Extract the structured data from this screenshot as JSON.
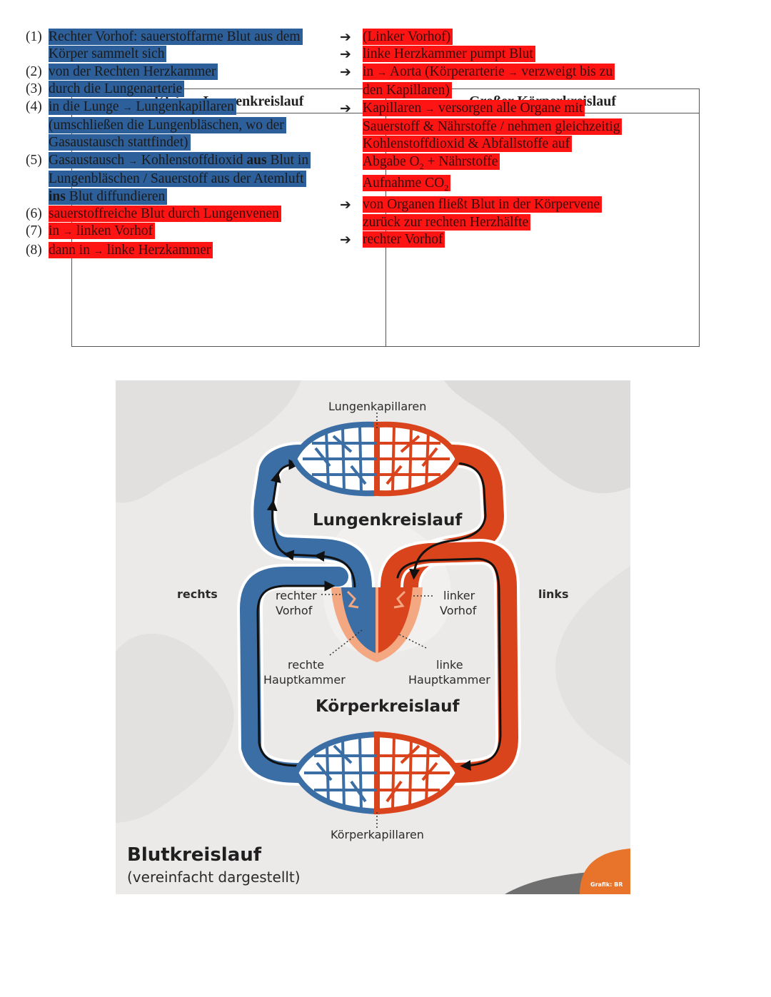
{
  "table": {
    "left_header": "Kleiner Lungenkreislauf",
    "right_header": "Großer Körperkreislauf",
    "left": {
      "n1": "(1)",
      "t1": "Rechter Vorhof: sauerstoffarme Blut aus dem Körper sammelt sich",
      "n2": "(2)",
      "t2": "von der Rechten Herzkammer",
      "n3": "(3)",
      "t3": "durch die Lungenarterie",
      "n4": "(4)",
      "t4a": "in die Lunge",
      "t4arrow": "→",
      "t4b": "Lungenkapillaren (umschließen die Lungenbläschen, wo der Gasaustausch stattfindet)",
      "n5": "(5)",
      "t5a": "Gasaustausch",
      "t5arrow": "→",
      "t5b": "Kohlenstoffdioxid",
      "t5c": "aus",
      "t5d": "Blut in Lungenbläschen / Sauerstoff aus der Atemluft",
      "t5e": "ins",
      "t5f": "Blut diffundieren",
      "n6": "(6)",
      "t6": "sauerstoffreiche Blut durch Lungenvenen",
      "n7": "(7)",
      "t7a": "in",
      "t7arrow": "→",
      "t7b": "linken Vorhof",
      "n8": "(8)",
      "t8a": "dann in",
      "t8arrow": "→",
      "t8b": "linke Herzkammer"
    },
    "right": {
      "arrow": "➔",
      "r1": "(Linker Vorhof)",
      "r2": "linke Herzkammer pumpt Blut",
      "r3a": "in",
      "r3arrow1": "→",
      "r3b": "Aorta (Körperarterie",
      "r3arrow2": "→",
      "r3c": "verzweigt bis zu den Kapillaren)",
      "r4a": "Kapillaren",
      "r4arrow": "→",
      "r4b": "versorgen alle Organe mit Sauerstoff & Nährstoffe / nehmen gleichzeitig Kohlenstoffdioxid & Abfallstoffe auf",
      "r4c": "Abgabe O",
      "r4c_sub": "2",
      "r4d": " + Nährstoffe",
      "r4e": "Aufnahme CO",
      "r4e_sub": "2",
      "r5": "von Organen fließt Blut in der Körpervene zurück zur rechten Herzhälfte",
      "r6": "rechter Vorhof"
    }
  },
  "figure": {
    "title": "Blutkreislauf",
    "subtitle": "(vereinfacht dargestellt)",
    "credit": "Grafik: BR",
    "labels": {
      "lung_capillaries": "Lungenkapillaren",
      "pulmonary_circuit": "Lungenkreislauf",
      "right_side": "rechts",
      "left_side": "links",
      "right_atrium_1": "rechter",
      "right_atrium_2": "Vorhof",
      "left_atrium_1": "linker",
      "left_atrium_2": "Vorhof",
      "right_ventricle_1": "rechte",
      "right_ventricle_2": "Hauptkammer",
      "left_ventricle_1": "linke",
      "left_ventricle_2": "Hauptkammer",
      "systemic_circuit": "Körperkreislauf",
      "body_capillaries": "Körperkapillaren"
    },
    "colors": {
      "venous_blue": "#3a6ea5",
      "arterial_red": "#d9441c",
      "heart_wall": "#f4a882",
      "background": "#eceae9",
      "accent_orange": "#e8732a"
    }
  }
}
